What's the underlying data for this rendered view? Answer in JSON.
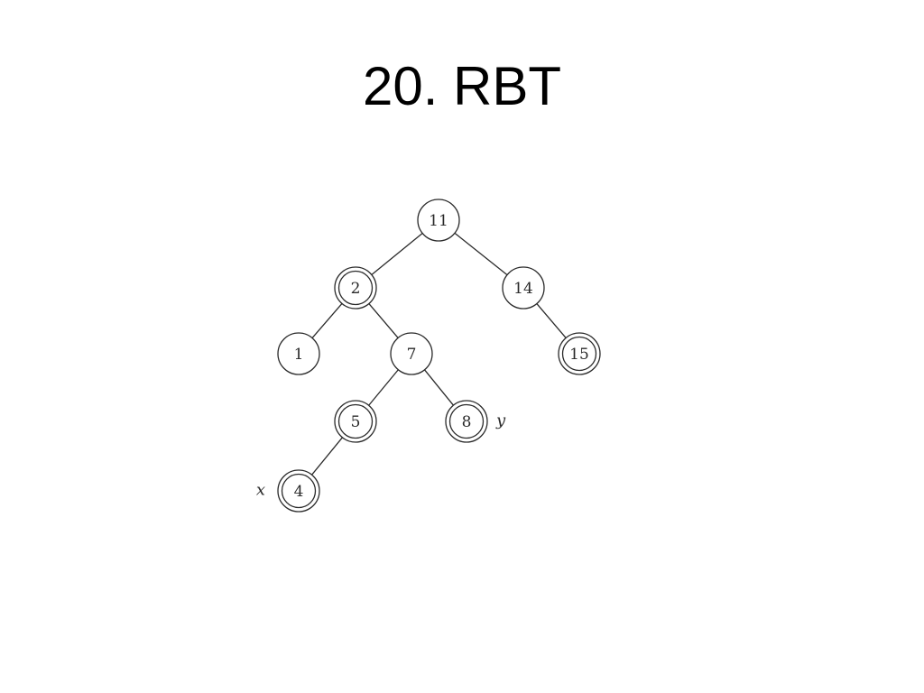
{
  "slide": {
    "title": "20. RBT"
  },
  "tree": {
    "nodes": [
      {
        "id": "n11",
        "label": "11",
        "double_ring": false
      },
      {
        "id": "n2",
        "label": "2",
        "double_ring": true
      },
      {
        "id": "n14",
        "label": "14",
        "double_ring": false
      },
      {
        "id": "n1",
        "label": "1",
        "double_ring": false
      },
      {
        "id": "n7",
        "label": "7",
        "double_ring": false
      },
      {
        "id": "n15",
        "label": "15",
        "double_ring": true
      },
      {
        "id": "n5",
        "label": "5",
        "double_ring": true
      },
      {
        "id": "n8",
        "label": "8",
        "double_ring": true
      },
      {
        "id": "n4",
        "label": "4",
        "double_ring": true
      }
    ],
    "edges": [
      {
        "from": "n11",
        "to": "n2"
      },
      {
        "from": "n11",
        "to": "n14"
      },
      {
        "from": "n2",
        "to": "n1"
      },
      {
        "from": "n2",
        "to": "n7"
      },
      {
        "from": "n14",
        "to": "n15"
      },
      {
        "from": "n7",
        "to": "n5"
      },
      {
        "from": "n7",
        "to": "n8"
      },
      {
        "from": "n5",
        "to": "n4"
      }
    ],
    "annotations": [
      {
        "node": "n4",
        "text": "x",
        "side": "left"
      },
      {
        "node": "n8",
        "text": "y",
        "side": "right"
      }
    ]
  }
}
